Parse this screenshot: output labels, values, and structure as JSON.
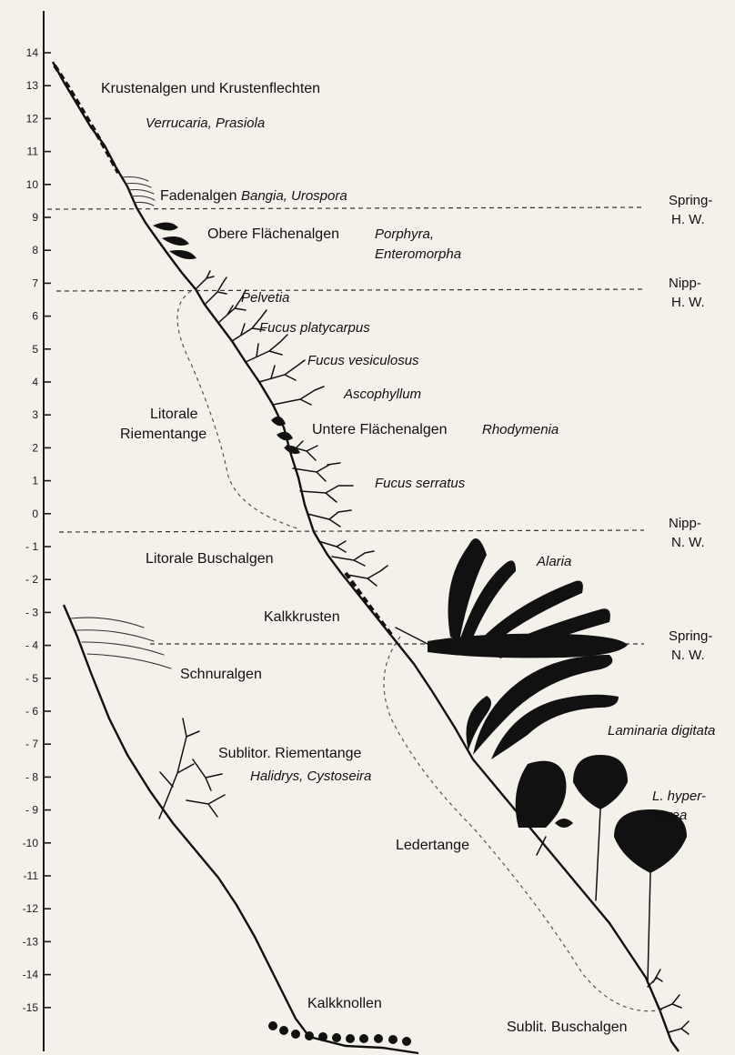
{
  "axis": {
    "ticks": [
      "14",
      "13",
      "12",
      "11",
      "10",
      "9",
      "8",
      "7",
      "6",
      "5",
      "4",
      "3",
      "2",
      "1",
      "0",
      "- 1",
      "- 2",
      "- 3",
      "- 4",
      "- 5",
      "- 6",
      "- 7",
      "- 8",
      "- 9",
      "-10",
      "-11",
      "-12",
      "-13",
      "-14",
      "-15"
    ]
  },
  "levels": [
    {
      "id": "spring-hw",
      "value": 9.5,
      "line1": "Spring-",
      "line2": "H. W."
    },
    {
      "id": "nipp-hw",
      "value": 6.4,
      "line1": "Nipp-",
      "line2": "H. W."
    },
    {
      "id": "nipp-nw",
      "value": 0.0,
      "line1": "Nipp-",
      "line2": "N. W."
    },
    {
      "id": "spring-nw",
      "value": -3.2,
      "line1": "Spring-",
      "line2": "N. W."
    }
  ],
  "labels": {
    "krustenalgen": "Krustenalgen und Krustenflechten",
    "verrucaria": "Verrucaria, Prasiola",
    "fadenalgen": "Fadenalgen",
    "bangia": "Bangia, Urospora",
    "obere": "Obere Flächenalgen",
    "porphyra": "Porphyra,",
    "enteromorpha": "Enteromorpha",
    "pelvetia": "Pelvetia",
    "fucus_platycarpus": "Fucus platycarpus",
    "fucus_vesiculosus": "Fucus vesiculosus",
    "ascophyllum": "Ascophyllum",
    "litorale_riemen_1": "Litorale",
    "litorale_riemen_2": "Riementange",
    "untere": "Untere Flächenalgen",
    "rhodymenia": "Rhodymenia",
    "fucus_serratus": "Fucus serratus",
    "litorale_busch": "Litorale Buschalgen",
    "alaria": "Alaria",
    "kalkkrusten": "Kalkkrusten",
    "schnuralgen": "Schnuralgen",
    "laminaria": "Laminaria digitata",
    "sublitor_riemen": "Sublitor. Riementange",
    "halidrys": "Halidrys, Cystoseira",
    "hyper_1": "L. hyper-",
    "hyper_2": "borea",
    "ledertange": "Ledertange",
    "kalkknollen": "Kalkknollen",
    "sublit_busch": "Sublit. Buschalgen"
  }
}
